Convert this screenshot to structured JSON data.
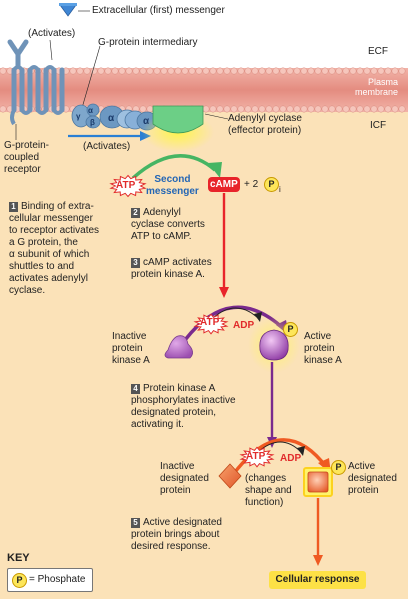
{
  "regions": {
    "ecf": "ECF",
    "membrane": "Plasma\nmembrane",
    "icf": "ICF"
  },
  "labels": {
    "first_messenger": "Extracellular (first) messenger",
    "activates_1": "(Activates)",
    "g_protein_intermediary": "G-protein intermediary",
    "activates_2": "(Activates)",
    "gpcr": "G-protein-\ncoupled\nreceptor",
    "adenylyl_cyclase": "Adenylyl cyclase\n(effector protein)",
    "alpha": "α",
    "gamma": "γ",
    "beta": "β",
    "atp_1": "ATP",
    "second_messenger": "Second\nmessenger",
    "camp": "cAMP",
    "plus_two": "+ 2",
    "pi_sub": "i",
    "atp_2": "ATP",
    "adp_1": "ADP",
    "inactive_pk": "Inactive\nprotein\nkinase A",
    "active_pk": "Active\nprotein\nkinase A",
    "atp_3": "ATP",
    "adp_2": "ADP",
    "inactive_designated": "Inactive\ndesignated\nprotein",
    "changes": "(changes\nshape and\nfunction)",
    "active_designated": "Active\ndesignated\nprotein",
    "cellular_response": "Cellular response",
    "p": "P"
  },
  "steps": [
    {
      "num": "1",
      "text": "Binding of extra-\ncellular messenger\nto receptor activates\na G protein, the\nα subunit of which\nshuttles to and\nactivates adenylyl\ncyclase."
    },
    {
      "num": "2",
      "text": "Adenylyl\ncyclase converts\nATP to cAMP."
    },
    {
      "num": "3",
      "text": "cAMP activates\nprotein kinase A."
    },
    {
      "num": "4",
      "text": "Protein kinase A\nphosphorylates inactive\ndesignated protein,\nactivating it."
    },
    {
      "num": "5",
      "text": "Active designated\nprotein brings about\ndesired response."
    }
  ],
  "key": {
    "title": "KEY",
    "p_symbol": "P",
    "phosphate": "= Phosphate"
  },
  "colors": {
    "icf_background": "#fbe2b8",
    "membrane_band": "#e89f96",
    "receptor": "#6f93b8",
    "effector": "#6ccf86",
    "camp_arrow": "#e8242a",
    "kinase_arrow": "#7a2a8e",
    "response_arrow": "#ef5a22",
    "atp_red": "#e12b2b",
    "second_messenger_blue": "#2466b4",
    "phosphate_yellow": "#fde65a"
  }
}
